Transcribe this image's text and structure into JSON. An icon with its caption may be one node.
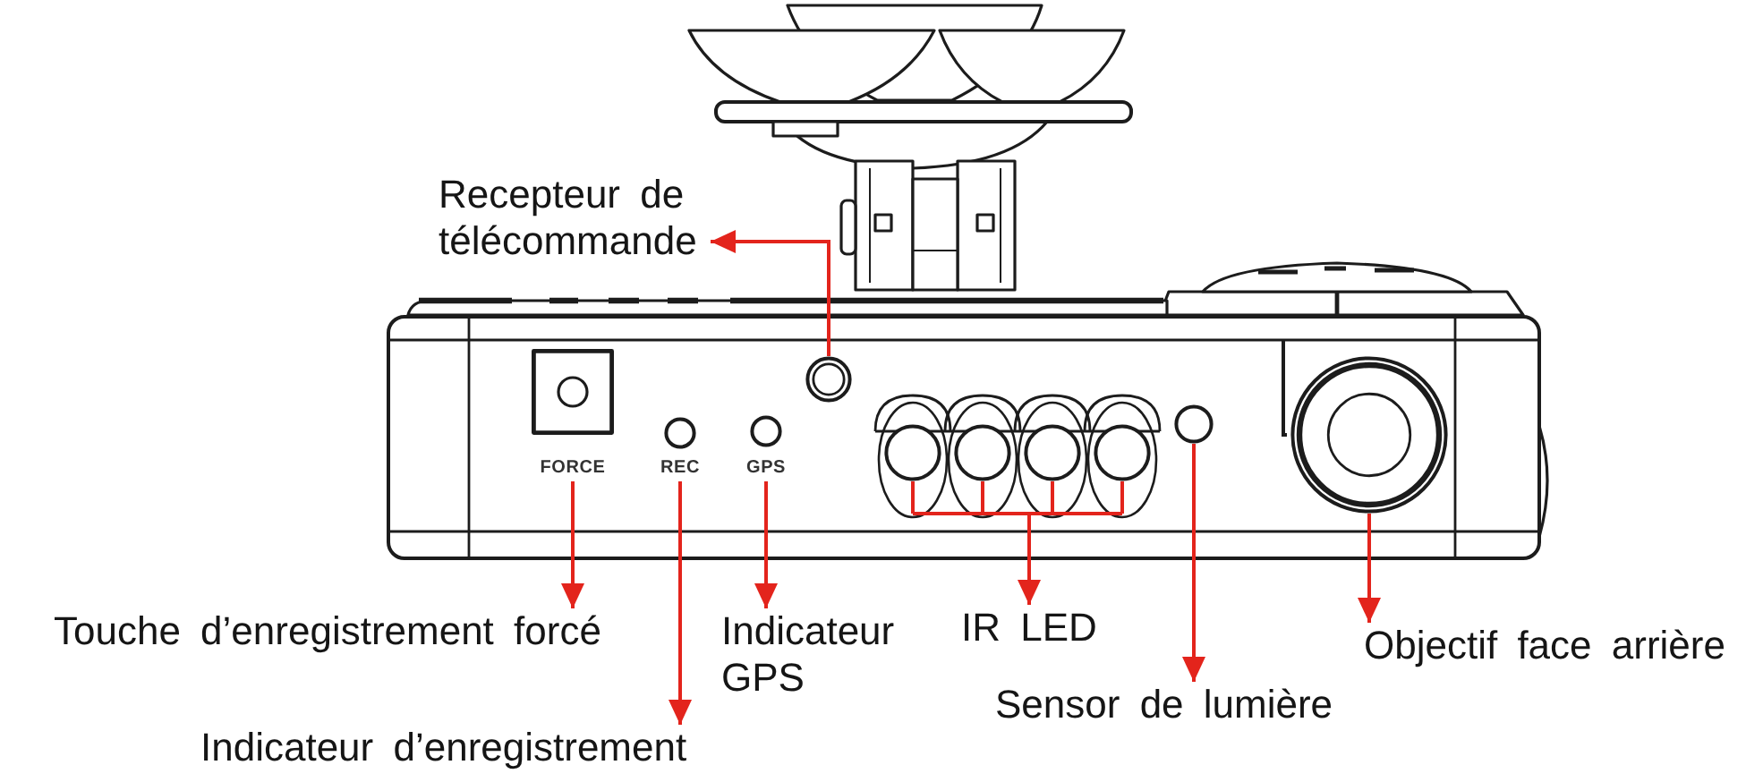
{
  "diagram": {
    "nodes": [
      {
        "text": [
          "Recepteur de télécommande"
        ]
      },
      {
        "text": [
          "FORCE"
        ]
      },
      {
        "text": [
          "REC"
        ]
      },
      {
        "text": [
          "GPS"
        ]
      },
      {
        "text": [
          "Touche d’enregistrement forcé"
        ]
      },
      {
        "text": [
          "Indicateur GPS"
        ]
      },
      {
        "text": [
          "IR LED"
        ]
      },
      {
        "text": [
          "Objectif face arrière"
        ]
      },
      {
        "text": [
          "Sensor de lumière"
        ]
      },
      {
        "text": [
          "Indicateur d’enregistrement"
        ]
      },
      {
        "text": [],
        "shape": "circle"
      },
      {
        "text": [],
        "shape": "circle"
      },
      {
        "text": [],
        "shape": "circle"
      },
      {
        "text": [],
        "shape": "circle"
      },
      {
        "text": [],
        "shape": "circle"
      },
      {
        "text": [],
        "shape": "circle"
      },
      {
        "text": [],
        "shape": "circle"
      }
    ],
    "edges": [
      {
        "from": 10,
        "to": 0,
        "arrow": "to"
      },
      {
        "from": 1,
        "to": 4,
        "arrow": "to"
      },
      {
        "from": 2,
        "to": 9,
        "arrow": "to"
      },
      {
        "from": 3,
        "to": 5,
        "arrow": "to"
      },
      {
        "from": 11,
        "to": 6,
        "arrow": "to"
      },
      {
        "from": 12,
        "to": 6,
        "arrow": "to"
      },
      {
        "from": 13,
        "to": 6,
        "arrow": "to"
      },
      {
        "from": 14,
        "to": 6,
        "arrow": "to"
      },
      {
        "from": 15,
        "to": 8,
        "arrow": "to"
      },
      {
        "from": 16,
        "to": 7,
        "arrow": "to"
      }
    ]
  }
}
